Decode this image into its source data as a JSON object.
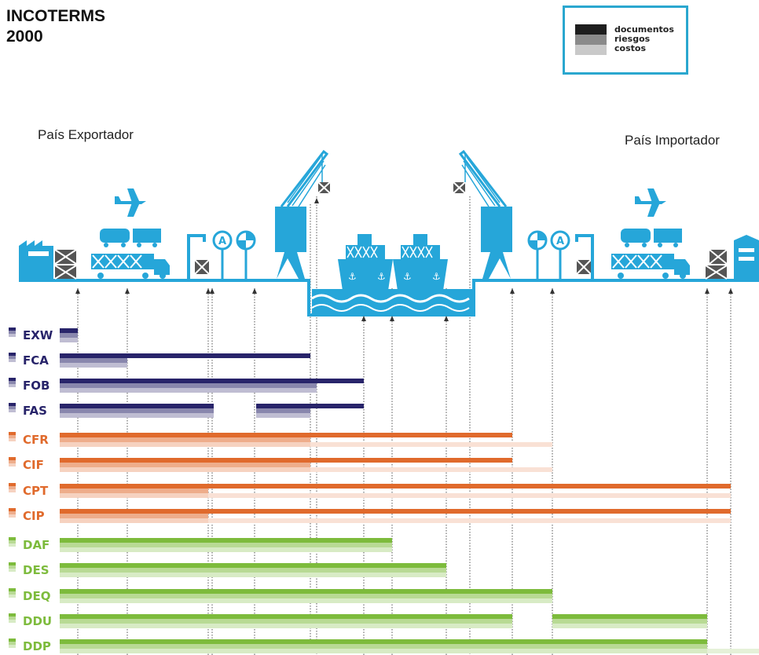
{
  "title": {
    "line1": "INCOTERMS",
    "line2": "2000"
  },
  "legend": {
    "items": [
      {
        "label": "documentos",
        "color": "#1e1e1e"
      },
      {
        "label": "riesgos",
        "color": "#8a8a8a"
      },
      {
        "label": "costos",
        "color": "#c9c9c9"
      }
    ]
  },
  "exporter_label": "País Exportador",
  "importer_label": "País Importador",
  "colors": {
    "illustration": "#26a6d9",
    "group_e_f": "#28246a",
    "group_c": "#e06a2c",
    "group_d": "#7dbb3c"
  },
  "terms": [
    {
      "code": "EXW",
      "group": "E"
    },
    {
      "code": "FCA",
      "group": "F"
    },
    {
      "code": "FOB",
      "group": "F"
    },
    {
      "code": "FAS",
      "group": "F"
    },
    {
      "code": "CFR",
      "group": "C"
    },
    {
      "code": "CIF",
      "group": "C"
    },
    {
      "code": "CPT",
      "group": "C"
    },
    {
      "code": "CIP",
      "group": "C"
    },
    {
      "code": "DAF",
      "group": "D"
    },
    {
      "code": "DES",
      "group": "D"
    },
    {
      "code": "DEQ",
      "group": "D"
    },
    {
      "code": "DDU",
      "group": "D"
    },
    {
      "code": "DDP",
      "group": "D"
    }
  ]
}
